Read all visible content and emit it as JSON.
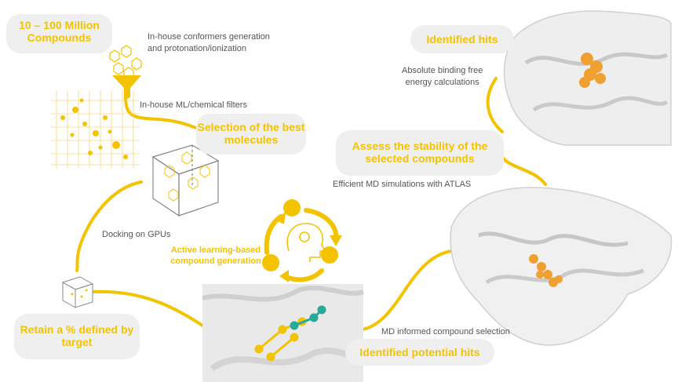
{
  "stages": {
    "compounds": "10 – 100 Million Compounds",
    "selection": "Selection of the best molecules",
    "retain": "Retain a % defined by target",
    "potential_hits": "Identified potential hits",
    "assess": "Assess the stability of the selected compounds",
    "identified_hits": "Identified hits"
  },
  "notes": {
    "conformers_line1": "In-house conformers generation",
    "conformers_line2": "and protonation/ionization",
    "filters": "In-house ML/chemical filters",
    "docking": "Docking on GPUs",
    "active_learning_line1": "Active learning-based",
    "active_learning_line2": "compound generation",
    "md_selection": "MD informed compound selection",
    "md_simulations": "Efficient MD simulations with ATLAS",
    "abfe_line1": "Absolute binding free",
    "abfe_line2": "energy calculations"
  },
  "colors": {
    "accent": "#f3c300",
    "pill_bg": "#efefef",
    "ligand": "#f0a030",
    "ligand_alt": "#2aa89a"
  }
}
